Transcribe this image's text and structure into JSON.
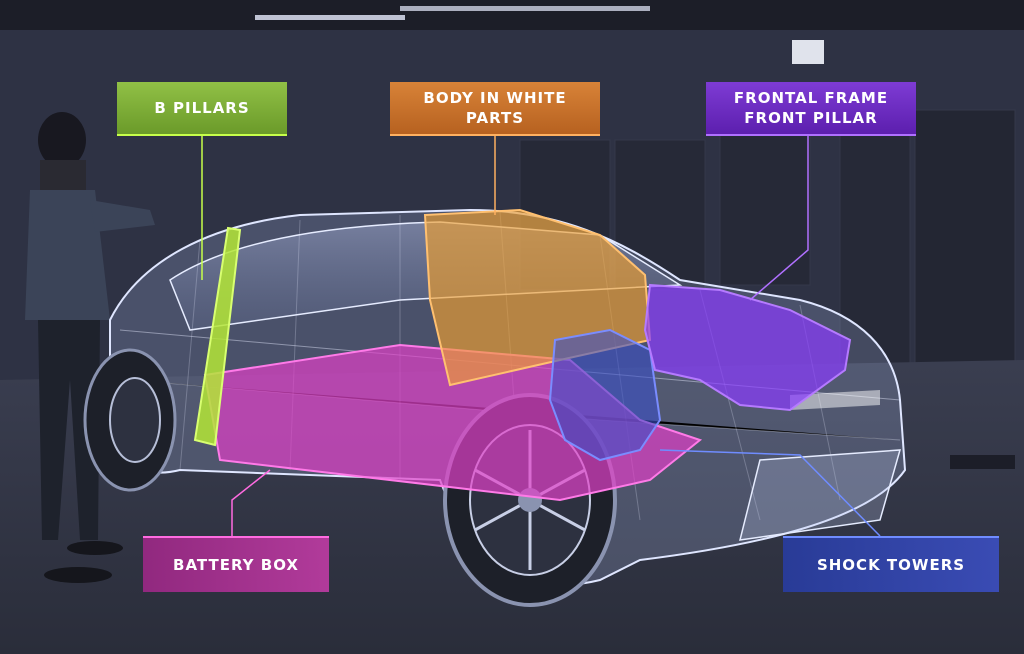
{
  "labels": {
    "b_pillars": "B PILLARS",
    "body_in_white_line1": "BODY IN WHITE",
    "body_in_white_line2": "PARTS",
    "frontal_frame_line1": "FRONTAL FRAME",
    "frontal_frame_line2": "FRONT PILLAR",
    "battery_box": "BATTERY BOX",
    "shock_towers": "SHOCK TOWERS"
  },
  "colors": {
    "b_pillars": "#b4e636",
    "body_in_white": "#f0a030",
    "frontal_frame": "#8a3cff",
    "battery_box": "#e040c8",
    "shock_towers": "#3c50c8"
  }
}
